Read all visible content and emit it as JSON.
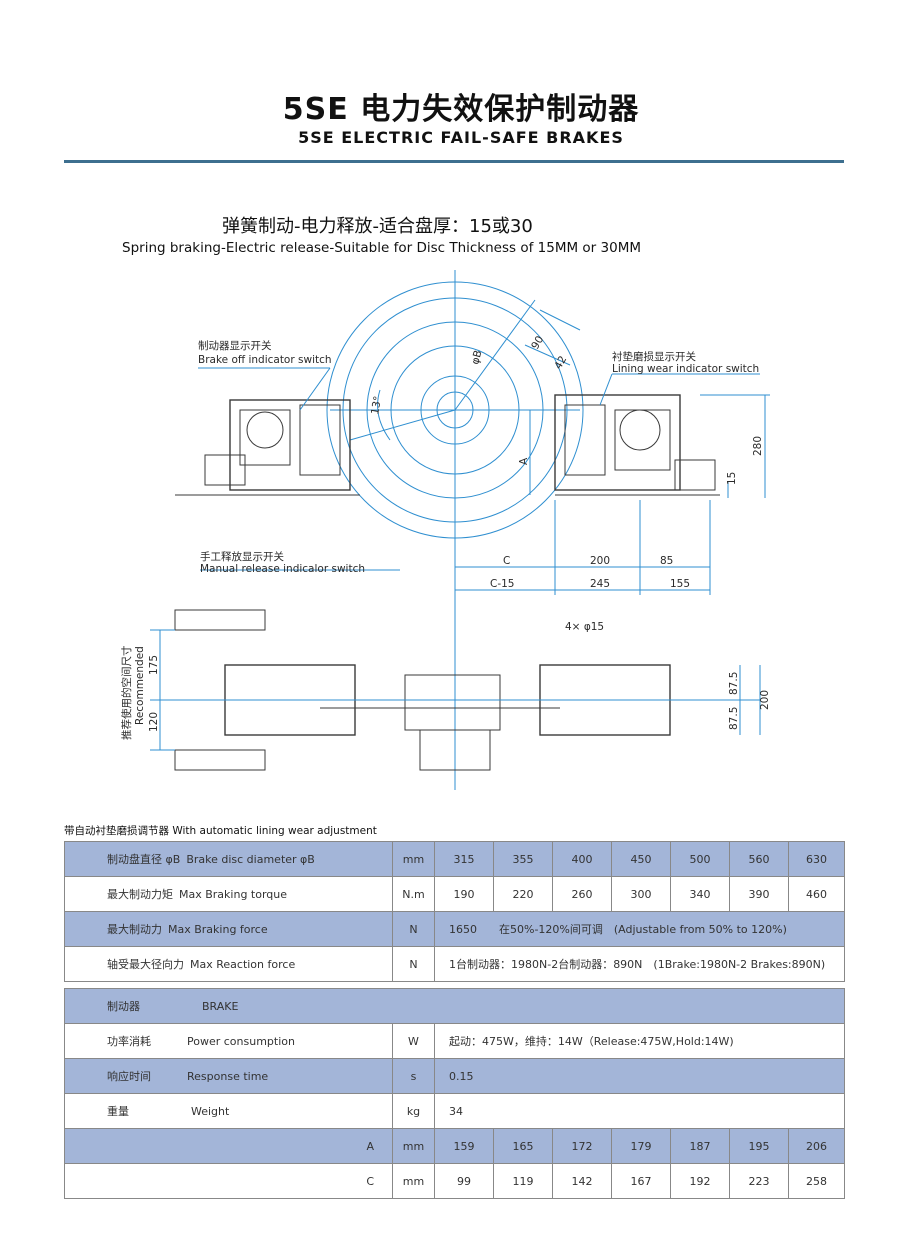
{
  "header": {
    "title_zh": "5SE 电力失效保护制动器",
    "title_en": "5SE ELECTRIC FAIL-SAFE BRAKES",
    "subtitle_zh": "弹簧制动-电力释放-适合盘厚：15或30",
    "subtitle_en": "Spring braking-Electric release-Suitable for Disc Thickness of 15MM or 30MM"
  },
  "drawing": {
    "brake_off_zh": "制动器显示开关",
    "brake_off_en": "Brake off indicator switch",
    "lining_zh": "衬垫磨损显示开关",
    "lining_en": "Lining wear indicator switch",
    "manual_zh": "手工释放显示开关",
    "manual_en": "Manual release indicalor switch",
    "recommended_zh": "推荐使用的空间尺寸",
    "recommended_en": "Recommended",
    "phi_b": "φB",
    "angle": "13°",
    "dim_90": "90",
    "dim_42": "42",
    "dim_a": "A",
    "dim_280": "280",
    "dim_15": "15",
    "dim_c": "C",
    "dim_200": "200",
    "dim_85": "85",
    "dim_c15": "C-15",
    "dim_245": "245",
    "dim_155": "155",
    "holes": "4× φ15",
    "dim_175": "175",
    "dim_120": "120",
    "dim_875a": "87.5",
    "dim_875b": "87.5",
    "dim_200v": "200"
  },
  "table": {
    "caption": "带自动衬垫磨损调节器 With automatic lining wear adjustment",
    "rows": [
      {
        "zh": "制动盘直径 φB",
        "en": "Brake disc diameter φB",
        "unit": "mm",
        "values": [
          "315",
          "355",
          "400",
          "450",
          "500",
          "560",
          "630"
        ]
      },
      {
        "zh": "最大制动力矩",
        "en": "Max Braking torque",
        "unit": "N.m",
        "values": [
          "190",
          "220",
          "260",
          "300",
          "340",
          "390",
          "460"
        ]
      },
      {
        "zh": "最大制动力",
        "en": "Max Braking force",
        "unit": "N",
        "span": "1650　　在50%-120%间可调　(Adjustable from 50% to 120%)"
      },
      {
        "zh": "轴受最大径向力",
        "en": "Max Reaction force",
        "unit": "N",
        "span": "1台制动器：1980N-2台制动器：890N　(1Brake:1980N-2 Brakes:890N)"
      }
    ],
    "brake_header": {
      "zh": "制动器",
      "en": "BRAKE"
    },
    "brake_rows": [
      {
        "zh": "功率消耗",
        "en": "Power consumption",
        "unit": "W",
        "span": "起动：475W，维持：14W（Release:475W,Hold:14W)"
      },
      {
        "zh": "响应时间",
        "en": "Response time",
        "unit": "s",
        "span": "0.15"
      },
      {
        "zh": "重量",
        "en": "Weight",
        "unit": "kg",
        "span": "34"
      }
    ],
    "a_row": {
      "label": "A",
      "unit": "mm",
      "values": [
        "159",
        "165",
        "172",
        "179",
        "187",
        "195",
        "206"
      ]
    },
    "c_row": {
      "label": "C",
      "unit": "mm",
      "values": [
        "99",
        "119",
        "142",
        "167",
        "192",
        "223",
        "258"
      ]
    }
  }
}
